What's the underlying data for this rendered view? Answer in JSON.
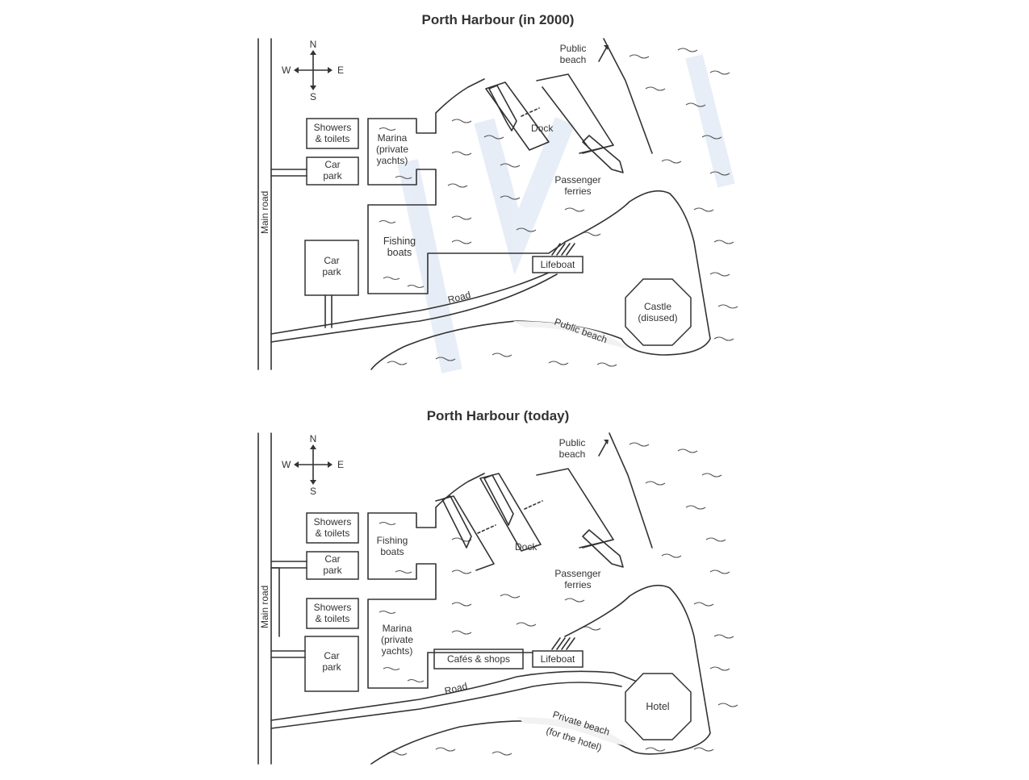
{
  "maps": [
    {
      "id": "map-2000",
      "title": "Porth Harbour (in 2000)",
      "compass": {
        "n": "N",
        "s": "S",
        "e": "E",
        "w": "W"
      },
      "labels": {
        "main_road": "Main road",
        "showers_line1": "Showers",
        "showers_line2": "& toilets",
        "car_park_line1": "Car",
        "car_park_line2": "park",
        "car_park2_line1": "Car",
        "car_park2_line2": "park",
        "upper_basin_line1": "Marina",
        "upper_basin_line2": "(private",
        "upper_basin_line3": "yachts)",
        "lower_basin_line1": "Fishing",
        "lower_basin_line2": "boats",
        "dock": "Dock",
        "passenger_line1": "Passenger",
        "passenger_line2": "ferries",
        "public_beach_line1": "Public",
        "public_beach_line2": "beach",
        "lifeboat": "Lifeboat",
        "road": "Road",
        "headland_line1": "Castle",
        "headland_line2": "(disused)",
        "south_beach": "Public beach"
      }
    },
    {
      "id": "map-today",
      "title": "Porth Harbour (today)",
      "compass": {
        "n": "N",
        "s": "S",
        "e": "E",
        "w": "W"
      },
      "labels": {
        "main_road": "Main road",
        "showers_line1": "Showers",
        "showers_line2": "& toilets",
        "showers2_line1": "Showers",
        "showers2_line2": "& toilets",
        "car_park_line1": "Car",
        "car_park_line2": "park",
        "car_park2_line1": "Car",
        "car_park2_line2": "park",
        "upper_basin_line1": "Fishing",
        "upper_basin_line2": "boats",
        "lower_basin_line1": "Marina",
        "lower_basin_line2": "(private",
        "lower_basin_line3": "yachts)",
        "cafes": "Cafés & shops",
        "dock": "Dock",
        "passenger_line1": "Passenger",
        "passenger_line2": "ferries",
        "public_beach_line1": "Public",
        "public_beach_line2": "beach",
        "lifeboat": "Lifeboat",
        "road": "Road",
        "headland": "Hotel",
        "south_beach": "Private beach",
        "south_beach_note": "(for the hotel)"
      }
    }
  ]
}
